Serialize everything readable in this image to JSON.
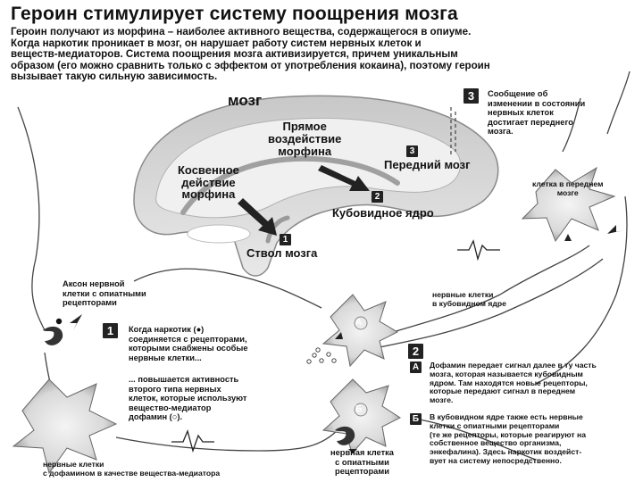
{
  "title": "Героин стимулирует систему поощрения мозга",
  "intro_lines": [
    "Героин получают из морфина – наиболее активного вещества, содержащегося в опиуме.",
    "Когда наркотик проникает в мозг, он нарушает работу систем нервных клеток и",
    "веществ-медиаторов. Система поощрения мозга активизируется, причем уникальным",
    "образом (его можно сравнить только с эффектом от употребления кокаина), поэтому героин",
    "вызывает такую сильную зависимость."
  ],
  "brain": {
    "label": "мозг",
    "direct_action": [
      "Прямое",
      "воздействие",
      "морфина"
    ],
    "indirect_action": [
      "Косвенное",
      "действие",
      "морфина"
    ],
    "forebrain": "Передний мозг",
    "caudate": "Кубовидное ядро",
    "brainstem": "Ствол мозга",
    "badge1": "1",
    "badge2": "2",
    "badge3": "3"
  },
  "step3": {
    "badge": "3",
    "text": [
      "Сообщение об",
      "изменении в состоянии",
      "нервных клеток",
      "достигает переднего",
      "мозга."
    ]
  },
  "forebrain_cell": [
    "клетка в переднем",
    "мозге"
  ],
  "axon_label": [
    "Аксон нервной",
    "клетки с опиатными",
    "рецепторами"
  ],
  "step1": {
    "badge": "1",
    "text": [
      "Когда наркотик (●)",
      "соединяется с рецепторами,",
      "которыми снабжены особые",
      "нервные клетки..."
    ],
    "text2": [
      "... повышается активность",
      "второго типа нервных",
      "клеток, которые используют",
      "вещество-медиатор",
      "дофамин (○)."
    ]
  },
  "caudate_cells_label": [
    "нервные клетки",
    "в кубовидном ядре"
  ],
  "cell_a": "А",
  "cell_b": "Б",
  "step2": {
    "badge": "2",
    "a_badge": "А",
    "a_text": [
      "Дофамин передает сигнал далее в ту часть",
      "мозга, которая называется кубовидным",
      "ядром. Там находятся новые рецепторы,",
      "которые передают сигнал в переднем",
      "мозге."
    ],
    "b_badge": "Б",
    "b_text": [
      "В кубовидном ядре также есть нервные",
      "клетки с опиатными рецепторами",
      "(те же рецепторы, которые реагируют на",
      "собственное вещество организма,",
      "энкефалина). Здесь наркотик воздейст-",
      "вует на систему непосредственно."
    ]
  },
  "opiate_cell_label": [
    "нервная клетка",
    "с опиатными",
    "рецепторами"
  ],
  "dopamine_cells_label": [
    "нервные клетки",
    "с дофамином в качестве вещества-медиатора"
  ]
}
